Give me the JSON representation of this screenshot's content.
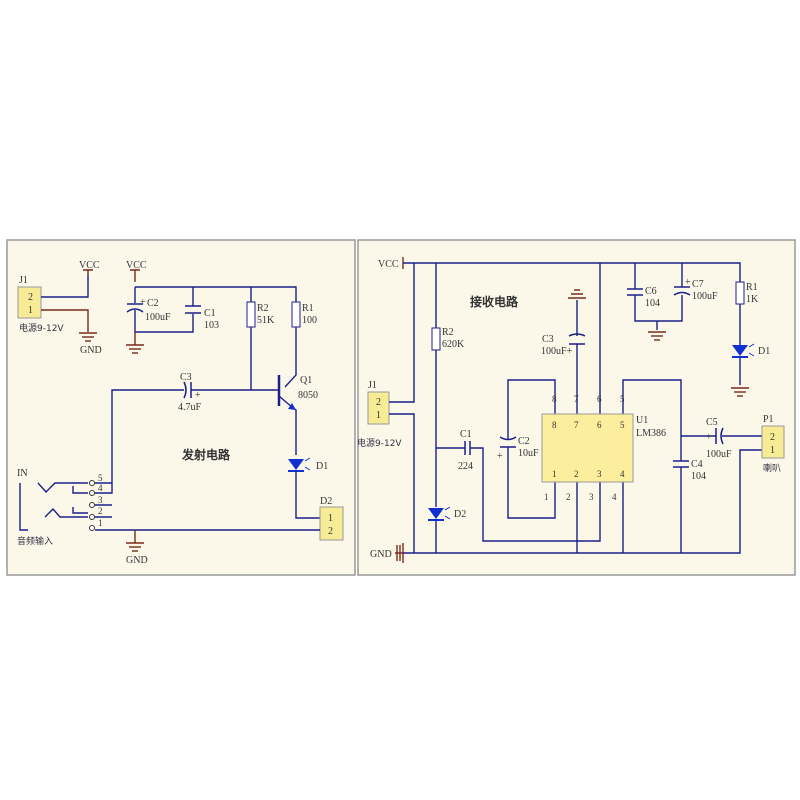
{
  "colors": {
    "wire": "#1c1f8a",
    "power": "#7a2a1a",
    "panel": "#fbf8ea",
    "connector": "#f7eb96",
    "chip": "#fbee9c",
    "led": "#1030d0"
  },
  "transmitter": {
    "title": "发射电路",
    "j1": {
      "ref": "J1",
      "pin2": "2",
      "pin1": "1",
      "label": "电源9-12V"
    },
    "vcc1": "VCC",
    "vcc2": "VCC",
    "gnd1": "GND",
    "gnd2": "GND",
    "c2": {
      "ref": "C2",
      "value": "100uF",
      "plus": "+"
    },
    "c1": {
      "ref": "C1",
      "value": "103"
    },
    "r2": {
      "ref": "R2",
      "value": "51K"
    },
    "r1": {
      "ref": "R1",
      "value": "100"
    },
    "c3": {
      "ref": "C3",
      "value": "4.7uF",
      "plus": "+"
    },
    "q1": {
      "ref": "Q1",
      "value": "8050"
    },
    "d1": {
      "ref": "D1"
    },
    "d2": {
      "ref": "D2",
      "pin1": "1",
      "pin2": "2"
    },
    "jack": {
      "ref": "IN",
      "label": "音频输入",
      "pins": [
        "5",
        "4",
        "3",
        "2",
        "1"
      ]
    }
  },
  "receiver": {
    "title": "接收电路",
    "vcc": "VCC",
    "gnd": "GND",
    "j1": {
      "ref": "J1",
      "pin2": "2",
      "pin1": "1",
      "label": "电源9-12V"
    },
    "r2": {
      "ref": "R2",
      "value": "620K"
    },
    "c1": {
      "ref": "C1",
      "value": "224"
    },
    "c2": {
      "ref": "C2",
      "value": "10uF",
      "plus": "+"
    },
    "c3": {
      "ref": "C3",
      "value": "100uF+"
    },
    "c4": {
      "ref": "C4",
      "value": "104"
    },
    "c5": {
      "ref": "C5",
      "value": "100uF",
      "plus": "+"
    },
    "c6": {
      "ref": "C6",
      "value": "104"
    },
    "c7": {
      "ref": "C7",
      "value": "100uF",
      "plus": "+"
    },
    "r1": {
      "ref": "R1",
      "value": "1K"
    },
    "d1": {
      "ref": "D1"
    },
    "d2": {
      "ref": "D2"
    },
    "u1": {
      "ref": "U1",
      "value": "LM386",
      "top_pins": [
        "8",
        "7",
        "6",
        "5"
      ],
      "bottom_pins": [
        "1",
        "2",
        "3",
        "4"
      ]
    },
    "p1": {
      "ref": "P1",
      "pin2": "2",
      "pin1": "1",
      "label": "喇叭"
    }
  }
}
